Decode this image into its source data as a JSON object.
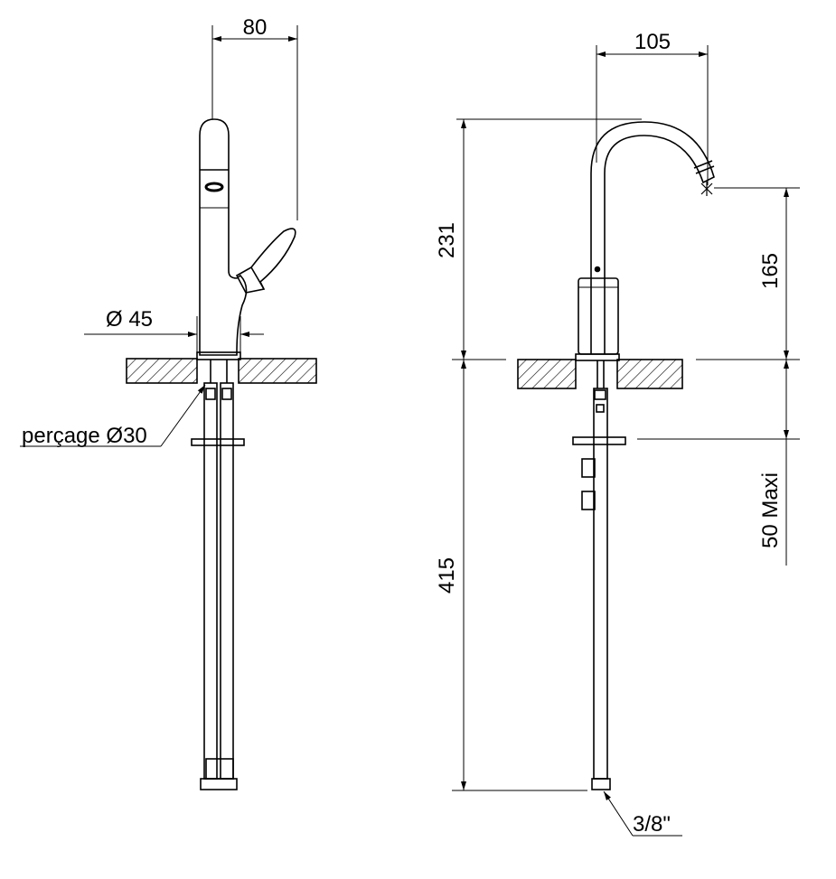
{
  "drawing": {
    "dimensions": {
      "spout_reach_side": "80",
      "spout_reach_front": "105",
      "base_diameter": "Ø 45",
      "hole_drilling": "perçage Ø30",
      "total_height": "231",
      "outlet_height": "165",
      "max_counter_thickness": "50 Maxi",
      "hose_length": "415",
      "hose_connection": "3/8\""
    }
  }
}
